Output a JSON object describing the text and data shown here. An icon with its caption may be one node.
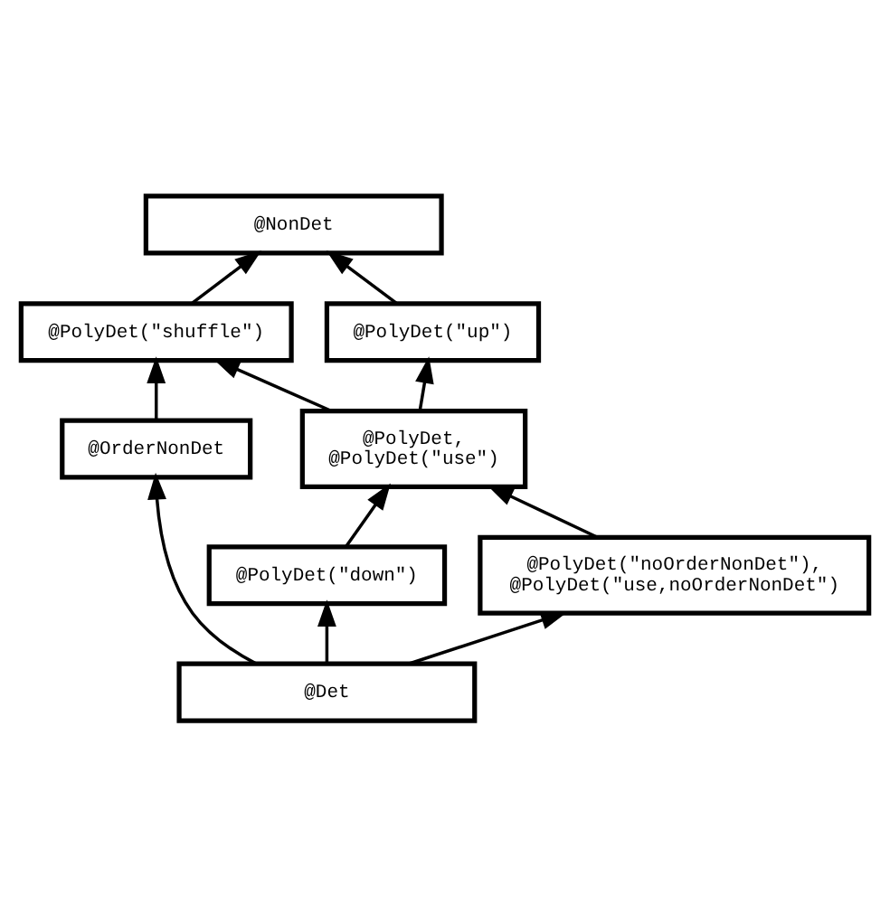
{
  "diagram": {
    "nodes": [
      {
        "text": [
          "@NonDet"
        ]
      },
      {
        "text": [
          "@PolyDet(\"up\")"
        ]
      },
      {
        "text": [
          "@PolyDet(\"shuffle\")"
        ]
      },
      {
        "text": [
          "@PolyDet,",
          "@PolyDet(\"use\")"
        ]
      },
      {
        "text": [
          "@OrderNonDet"
        ]
      },
      {
        "text": [
          "@PolyDet(\"down\")"
        ]
      },
      {
        "text": [
          "@PolyDet(\"noOrderNonDet\"),",
          "@PolyDet(\"use,noOrderNonDet\")"
        ]
      },
      {
        "text": [
          "@Det"
        ]
      }
    ],
    "edges": [
      {
        "from": 1,
        "to": 0,
        "arrow": "to"
      },
      {
        "from": 2,
        "to": 0,
        "arrow": "to"
      },
      {
        "from": 3,
        "to": 1,
        "arrow": "to"
      },
      {
        "from": 3,
        "to": 2,
        "arrow": "to"
      },
      {
        "from": 4,
        "to": 2,
        "arrow": "to"
      },
      {
        "from": 5,
        "to": 3,
        "arrow": "to"
      },
      {
        "from": 6,
        "to": 3,
        "arrow": "to"
      },
      {
        "from": 7,
        "to": 5,
        "arrow": "to"
      },
      {
        "from": 7,
        "to": 6,
        "arrow": "to"
      },
      {
        "from": 7,
        "to": 4,
        "arrow": "to"
      }
    ]
  }
}
